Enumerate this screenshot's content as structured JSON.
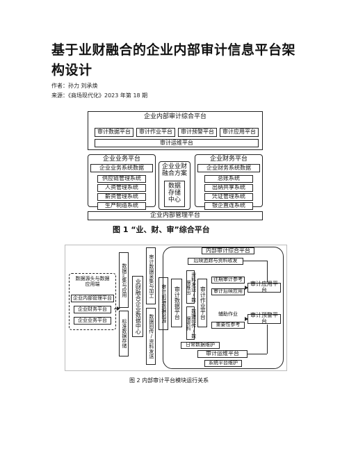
{
  "article": {
    "title": "基于业财融合的企业内部审计信息平台架构设计",
    "authors": "作者：孙力 刘承焕",
    "source": "来源：《商场现代化》2023 年第 18 期"
  },
  "figure1": {
    "caption": "图 1 “业、财、审”综合平台",
    "top_platform": "企业内部审计综合平台",
    "audit_modules": [
      "审计数据平台",
      "审计作业平台",
      "审计预警平台",
      "审计应用平台"
    ],
    "audit_ops": "审计运维平台",
    "business": {
      "title": "企业业务平台",
      "subtitle": "企业业务系统数据",
      "systems": [
        "供应链管理系统",
        "人资管理系统",
        "薪资管理系统",
        "生产制造系统"
      ],
      "more": "......"
    },
    "center": {
      "title": "企业业财融合方案",
      "storage": "数据存储中心"
    },
    "finance": {
      "title": "企业财务平台",
      "subtitle": "企业财务系统数据",
      "systems": [
        "总账系统",
        "出纳共享系统",
        "凭证管理系统",
        "银企直连系统"
      ],
      "more": "......"
    },
    "bottom_platform": "企业内部管理平台"
  },
  "figure2": {
    "caption": "图 2   内部审计平台模块运行关系",
    "source_title": "数据源头与数据应用端",
    "sources": [
      "企业内部管理平台",
      "企业财务平台",
      "企业业务平台"
    ],
    "col_a_top": "数据汇集与应用",
    "col_a_bottom": "标准数据存储",
    "center": "业财融合企业数据中心",
    "col_c_top": "审计数据采集与加工",
    "col_c_bottom": "数据回传/资料发送",
    "col_d": "审计前端数据贴源",
    "audit_data_platform": "审计数据平台",
    "col_f_top": "资料发送/数据推出",
    "col_f_bottom": "数据回传/数据资料",
    "audit_work_platform": "审计作业平台",
    "top_platform": "内部审计综合平台",
    "followup": "后续追踪与资料收发",
    "items": [
      "往期审计参考",
      "审计后续应用",
      "辅助作业",
      "重要性参考"
    ],
    "audit_app": "审计应用平台",
    "audit_warning": "审计预警平台",
    "daily_maintenance": "日常数据维护",
    "audit_ops": "审计运维平台",
    "system_maintenance": "系统平台维护"
  }
}
